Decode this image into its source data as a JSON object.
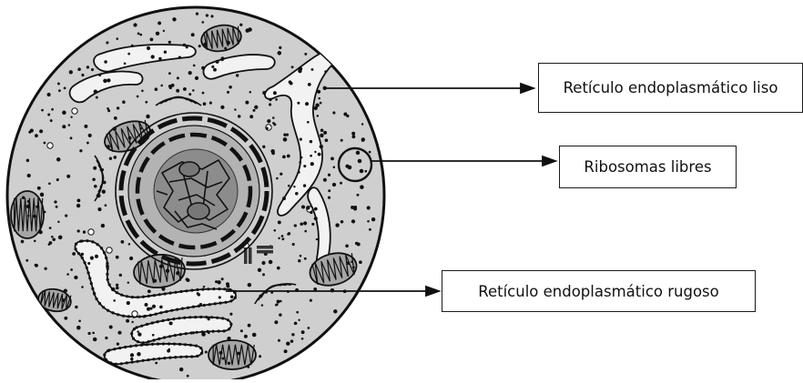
{
  "labels": {
    "smooth_er": "Retículo endoplasmático liso",
    "free_ribosomes": "Ribosomas libres",
    "rough_er": "Retículo endoplasmático rugoso"
  },
  "colors": {
    "cytoplasm": "#cfcfcf",
    "nucleus": "#b3b3b3",
    "nucleolus": "#8c8c8c",
    "organelle_fill": "#f2f2f2",
    "mitochondria": "#a6a6a6",
    "outline": "#111111"
  }
}
